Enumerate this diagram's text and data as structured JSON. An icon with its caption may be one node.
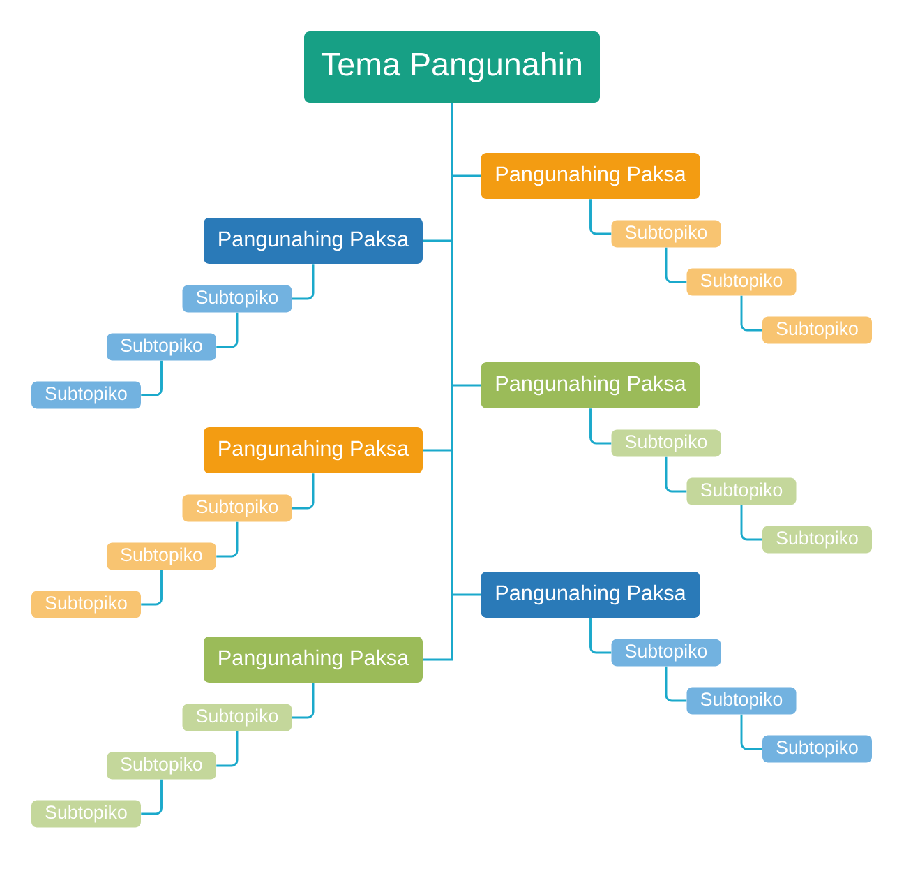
{
  "diagram": {
    "nodes": [
      {
        "text": [
          "Tema Pangunahin"
        ]
      },
      {
        "text": [
          "Pangunahing Paksa"
        ]
      },
      {
        "text": [
          "Subtopiko"
        ]
      },
      {
        "text": [
          "Subtopiko"
        ]
      },
      {
        "text": [
          "Subtopiko"
        ]
      },
      {
        "text": [
          "Pangunahing Paksa"
        ]
      },
      {
        "text": [
          "Subtopiko"
        ]
      },
      {
        "text": [
          "Subtopiko"
        ]
      },
      {
        "text": [
          "Subtopiko"
        ]
      },
      {
        "text": [
          "Pangunahing Paksa"
        ]
      },
      {
        "text": [
          "Subtopiko"
        ]
      },
      {
        "text": [
          "Subtopiko"
        ]
      },
      {
        "text": [
          "Subtopiko"
        ]
      },
      {
        "text": [
          "Pangunahing Paksa"
        ]
      },
      {
        "text": [
          "Subtopiko"
        ]
      },
      {
        "text": [
          "Subtopiko"
        ]
      },
      {
        "text": [
          "Subtopiko"
        ]
      },
      {
        "text": [
          "Pangunahing Paksa"
        ]
      },
      {
        "text": [
          "Subtopiko"
        ]
      },
      {
        "text": [
          "Subtopiko"
        ]
      },
      {
        "text": [
          "Subtopiko"
        ]
      },
      {
        "text": [
          "Pangunahing Paksa"
        ]
      },
      {
        "text": [
          "Subtopiko"
        ]
      },
      {
        "text": [
          "Subtopiko"
        ]
      },
      {
        "text": [
          "Subtopiko"
        ]
      }
    ],
    "edges": [
      {
        "from": 0,
        "to": 1,
        "arrow": "none"
      },
      {
        "from": 1,
        "to": 2,
        "arrow": "none"
      },
      {
        "from": 2,
        "to": 3,
        "arrow": "none"
      },
      {
        "from": 3,
        "to": 4,
        "arrow": "none"
      },
      {
        "from": 0,
        "to": 5,
        "arrow": "none"
      },
      {
        "from": 5,
        "to": 6,
        "arrow": "none"
      },
      {
        "from": 6,
        "to": 7,
        "arrow": "none"
      },
      {
        "from": 7,
        "to": 8,
        "arrow": "none"
      },
      {
        "from": 0,
        "to": 9,
        "arrow": "none"
      },
      {
        "from": 9,
        "to": 10,
        "arrow": "none"
      },
      {
        "from": 10,
        "to": 11,
        "arrow": "none"
      },
      {
        "from": 11,
        "to": 12,
        "arrow": "none"
      },
      {
        "from": 0,
        "to": 13,
        "arrow": "none"
      },
      {
        "from": 13,
        "to": 14,
        "arrow": "none"
      },
      {
        "from": 14,
        "to": 15,
        "arrow": "none"
      },
      {
        "from": 15,
        "to": 16,
        "arrow": "none"
      },
      {
        "from": 0,
        "to": 17,
        "arrow": "none"
      },
      {
        "from": 17,
        "to": 18,
        "arrow": "none"
      },
      {
        "from": 18,
        "to": 19,
        "arrow": "none"
      },
      {
        "from": 19,
        "to": 20,
        "arrow": "none"
      },
      {
        "from": 0,
        "to": 21,
        "arrow": "none"
      },
      {
        "from": 21,
        "to": 22,
        "arrow": "none"
      },
      {
        "from": 22,
        "to": 23,
        "arrow": "none"
      },
      {
        "from": 23,
        "to": 24,
        "arrow": "none"
      }
    ]
  }
}
